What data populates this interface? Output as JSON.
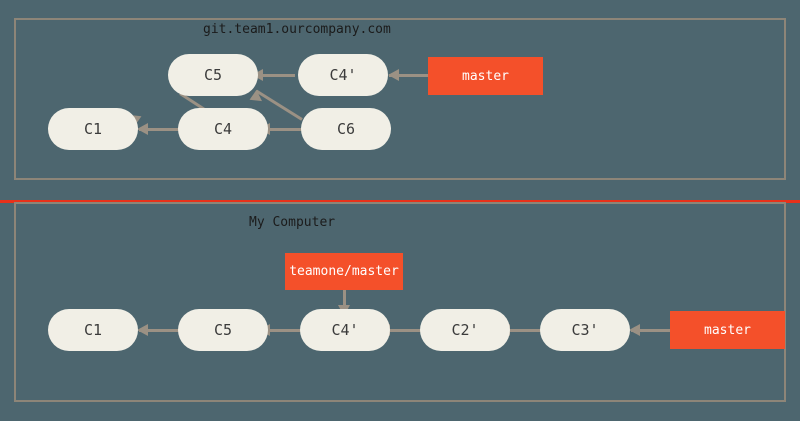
{
  "colors": {
    "background": "#4d666f",
    "panel_border": "#8d8578",
    "commit_fill": "#f1efe6",
    "commit_text": "#3b3b3b",
    "branch_fill": "#f4502a",
    "branch_text": "#ffffff",
    "edge": "#9b9184",
    "divider": "#e8311a",
    "title_text": "#1b1b1b"
  },
  "panels": {
    "top": {
      "title": "git.team1.ourcompany.com",
      "commits": [
        {
          "label": "C5"
        },
        {
          "label": "C4'"
        },
        {
          "label": "C1"
        },
        {
          "label": "C4"
        },
        {
          "label": "C6"
        }
      ],
      "branches": [
        {
          "label": "master"
        }
      ]
    },
    "bottom": {
      "title": "My Computer",
      "commits": [
        {
          "label": "C1"
        },
        {
          "label": "C5"
        },
        {
          "label": "C4'"
        },
        {
          "label": "C2'"
        },
        {
          "label": "C3'"
        }
      ],
      "branches": [
        {
          "label": "teamone/master"
        },
        {
          "label": "master"
        }
      ]
    }
  }
}
